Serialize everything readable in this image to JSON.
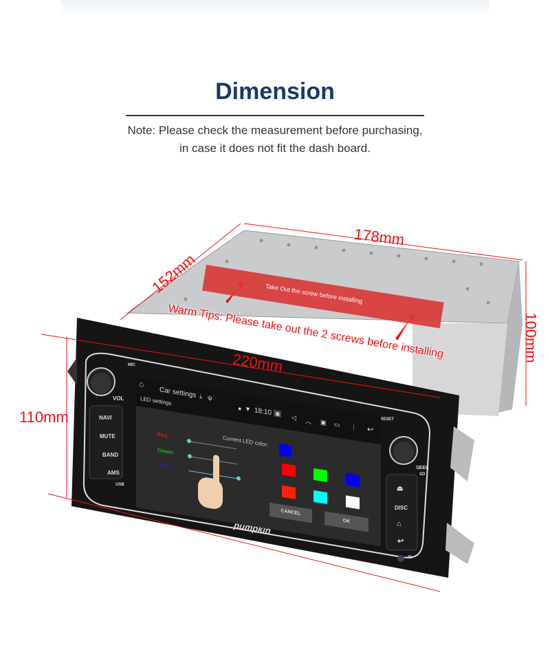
{
  "header": {
    "title": "Dimension",
    "note_line1": "Note: Please check the measurement before purchasing,",
    "note_line2": "in case it does not fit the dash board."
  },
  "dimensions": {
    "depth": "178mm",
    "width_top": "152mm",
    "height_box": "100mm",
    "height_front": "110mm",
    "width_front": "220mm"
  },
  "warm_tips": "Warm Tips: Please take out the 2 screws before installing",
  "sticker_text": "Take Out the screw before installing",
  "device": {
    "mic": "MIC",
    "vol": "VOL",
    "buttons": [
      "NAVI",
      "MUTE",
      "BAND",
      "AMS"
    ],
    "usb": "USB",
    "reset": "RESET",
    "seek": "SEEK",
    "sd": "SD",
    "disc": "DISC",
    "ir": "IR",
    "brand": "pumpkin"
  },
  "screen": {
    "app_title": "Car settings",
    "subtitle": "LED settings",
    "time": "18:10",
    "red_label": "Red:",
    "green_label": "Green:",
    "blue_label": "Blue:",
    "current_color_label": "Current LED color:",
    "current_color": "#0000ff",
    "slider_values": {
      "red": 0,
      "green": 0,
      "blue": 1
    },
    "swatches": [
      "#ff0000",
      "#00ff00",
      "#0000ff",
      "#ff2200",
      "#00ffff",
      "#ffffff"
    ],
    "cancel": "CANCEL",
    "ok": "OK"
  }
}
